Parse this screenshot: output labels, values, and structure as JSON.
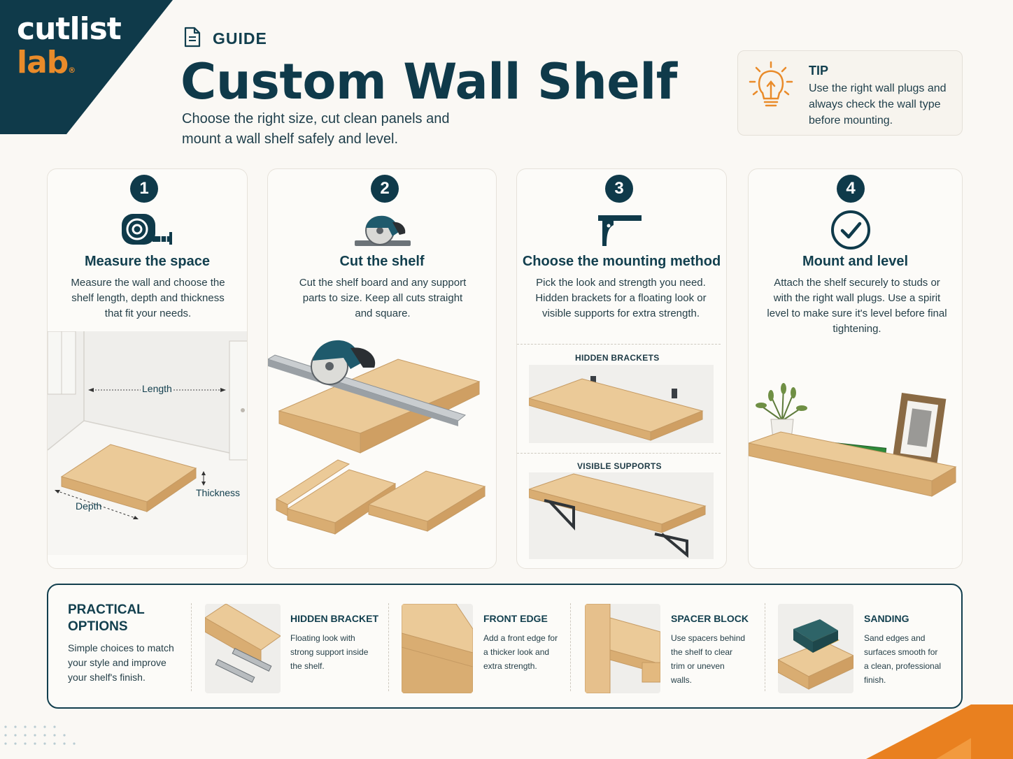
{
  "brand": {
    "line1": "cutlist",
    "line2": "lab",
    "mark": "®"
  },
  "header": {
    "label": "GUIDE",
    "title": "Custom Wall Shelf",
    "subtitle": "Choose the right size, cut clean panels and mount a wall shelf safely and level."
  },
  "tip": {
    "title": "TIP",
    "text": "Use the right wall plugs and always check the wall type before mounting."
  },
  "steps": [
    {
      "number": "1",
      "title": "Measure the space",
      "text": "Measure the wall and choose the shelf length, depth and thickness that fit your needs.",
      "labels": {
        "length": "Length",
        "thickness": "Thickness",
        "depth": "Depth"
      }
    },
    {
      "number": "2",
      "title": "Cut the shelf",
      "text": "Cut the shelf board and any support parts to size. Keep all cuts straight and square."
    },
    {
      "number": "3",
      "title": "Choose the mounting method",
      "text": "Pick the look and strength you need. Hidden brackets for a floating look or visible supports for extra strength.",
      "options": [
        "HIDDEN BRACKETS",
        "VISIBLE SUPPORTS"
      ]
    },
    {
      "number": "4",
      "title": "Mount and level",
      "text": "Attach the shelf securely to studs or with the right wall plugs. Use a spirit level to make sure it's level before final tightening."
    }
  ],
  "practical": {
    "heading_line1": "PRACTICAL",
    "heading_line2": "OPTIONS",
    "intro": "Simple choices to match your style and improve your shelf's finish.",
    "items": [
      {
        "title": "HIDDEN BRACKET",
        "text": "Floating look with strong support inside the shelf."
      },
      {
        "title": "FRONT EDGE",
        "text": "Add a front edge for a thicker look and extra strength."
      },
      {
        "title": "SPACER BLOCK",
        "text": "Use spacers behind the shelf to clear trim or uneven walls."
      },
      {
        "title": "SANDING",
        "text": "Sand edges and surfaces smooth for a clean, professional finish."
      }
    ]
  },
  "colors": {
    "navy": "#0f3a4a",
    "orange": "#e98b2a",
    "wood": "#e9c594",
    "background": "#faf8f4"
  }
}
